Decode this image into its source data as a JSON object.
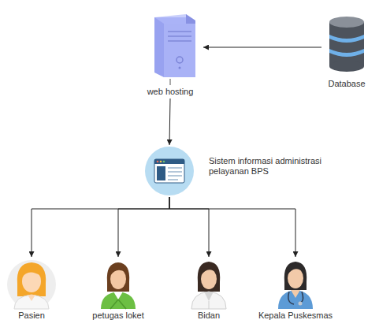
{
  "diagram": {
    "nodes": [
      {
        "text": [
          "web hosting"
        ]
      },
      {
        "text": [
          "Database"
        ]
      },
      {
        "text": [
          "Sistem informasi administrasi pelayanan BPS"
        ]
      },
      {
        "text": [
          "Pasien"
        ]
      },
      {
        "text": [
          "petugas loket"
        ]
      },
      {
        "text": [
          "Bidan"
        ]
      },
      {
        "text": [
          "Kepala Puskesmas"
        ]
      }
    ],
    "edges": [
      {
        "from": 1,
        "to": 0,
        "arrow": "to"
      },
      {
        "from": 0,
        "to": 2,
        "arrow": "to"
      },
      {
        "from": 2,
        "to": 3,
        "arrow": "to"
      },
      {
        "from": 2,
        "to": 4,
        "arrow": "to"
      },
      {
        "from": 2,
        "to": 5,
        "arrow": "to"
      },
      {
        "from": 2,
        "to": 6,
        "arrow": "to"
      }
    ]
  }
}
